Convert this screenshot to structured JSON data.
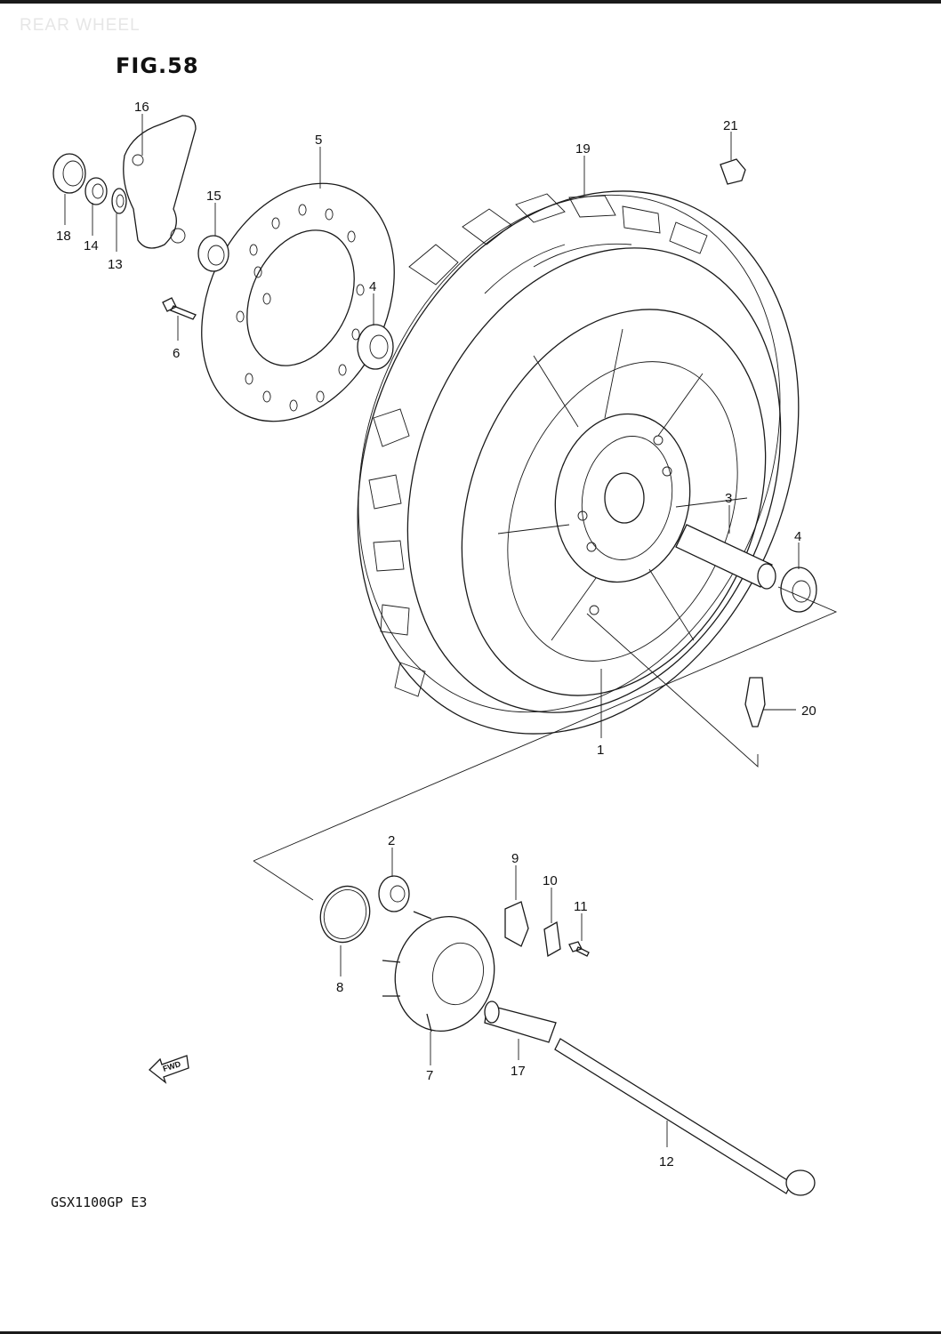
{
  "sheet": {
    "ghost_heading": "REAR WHEEL",
    "figure_label": "FIG.58",
    "model_code": "GSX1100GP E3",
    "direction_marker": "FWD"
  },
  "parts": [
    {
      "no": "1"
    },
    {
      "no": "2"
    },
    {
      "no": "3"
    },
    {
      "no": "4"
    },
    {
      "no": "4"
    },
    {
      "no": "5"
    },
    {
      "no": "6"
    },
    {
      "no": "7"
    },
    {
      "no": "8"
    },
    {
      "no": "9"
    },
    {
      "no": "10"
    },
    {
      "no": "11"
    },
    {
      "no": "12"
    },
    {
      "no": "13"
    },
    {
      "no": "14"
    },
    {
      "no": "15"
    },
    {
      "no": "16"
    },
    {
      "no": "17"
    },
    {
      "no": "18"
    },
    {
      "no": "19"
    },
    {
      "no": "20"
    },
    {
      "no": "21"
    }
  ]
}
